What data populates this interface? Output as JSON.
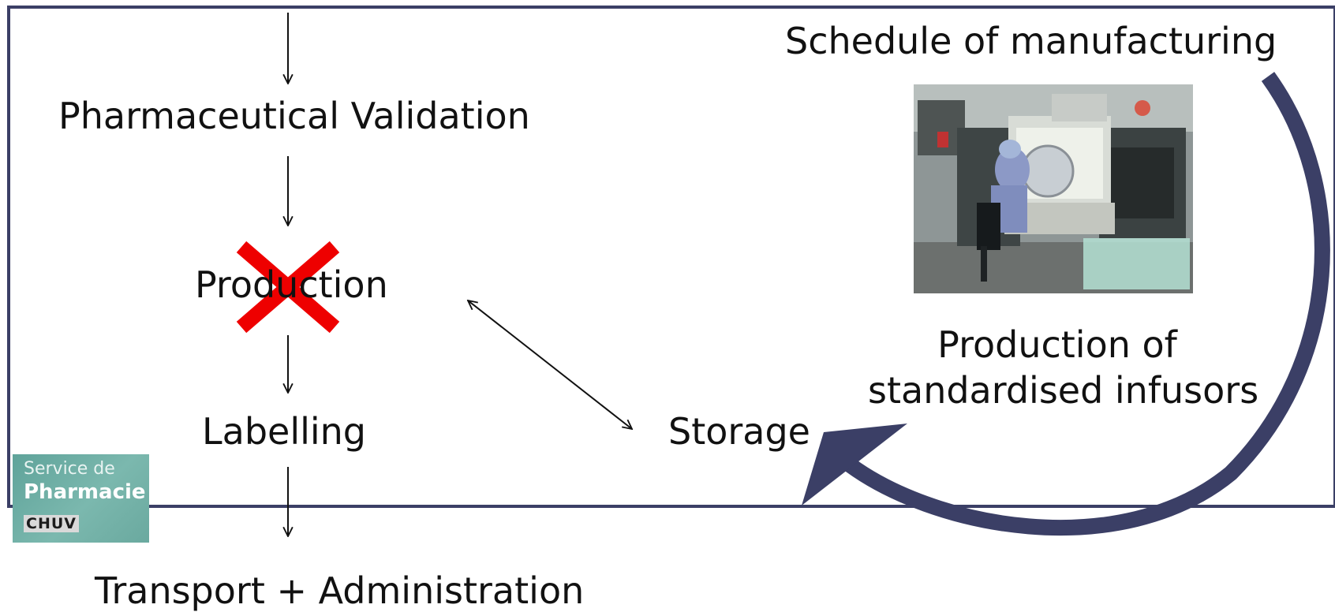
{
  "diagram": {
    "left_flow": {
      "validation": "Pharmaceutical Validation",
      "production": "Production",
      "labelling": "Labelling",
      "transport": "Transport + Administration"
    },
    "storage": "Storage",
    "schedule": "Schedule of manufacturing",
    "production_caption_line1": "Production of",
    "production_caption_line2": "standardised infusors",
    "crossed_out": "production"
  },
  "logo": {
    "line1": "Service de",
    "line2": "Pharmacie",
    "line3": "CHUV"
  },
  "colors": {
    "frame": "#3b3f66",
    "curved_arrow": "#3b3f66",
    "cross": "#ee0000",
    "arrow": "#111111"
  }
}
